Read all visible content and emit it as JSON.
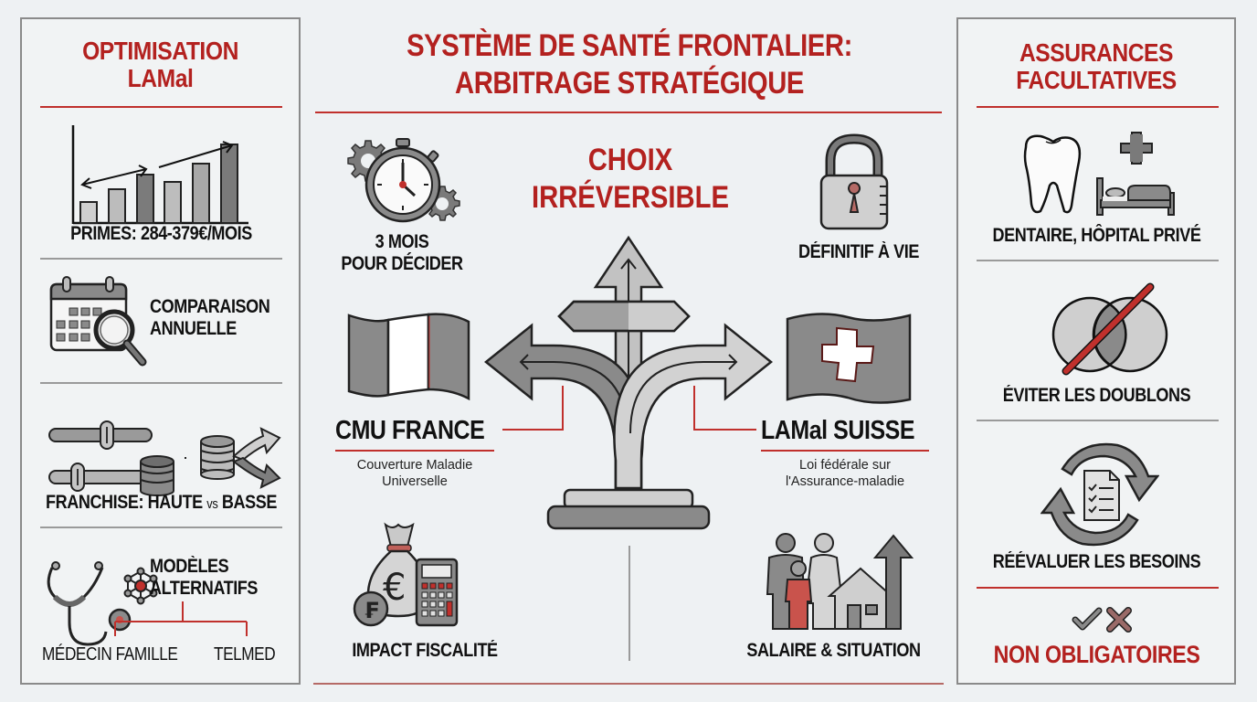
{
  "header": {
    "title_line1": "SYSTÈME DE SANTÉ FRONTALIER:",
    "title_line2": "ARBITRAGE STRATÉGIQUE"
  },
  "left_panel": {
    "title_line1": "OPTIMISATION",
    "title_line2": "LAMal",
    "items": [
      {
        "icon": "bar-chart-icon",
        "label": "PRIMES: 284-379€/MOIS"
      },
      {
        "icon": "calendar-search-icon",
        "label_line1": "COMPARAISON",
        "label_line2": "ANNUELLE"
      },
      {
        "icon": "sliders-coins-icon",
        "label_prefix": "FRANCHISE: HAUTE ",
        "label_vs": "vs",
        "label_suffix": " BASSE"
      },
      {
        "icon": "stethoscope-network-icon",
        "label_line1": "MODÈLES",
        "label_line2": "ALTERNATIFS",
        "branches": [
          "MÉDECIN FAMILLE",
          "TELMED"
        ]
      }
    ]
  },
  "center": {
    "choice_line1": "CHOIX",
    "choice_line2": "IRRÉVERSIBLE",
    "deadline": {
      "icon": "stopwatch-gears-icon",
      "line1": "3 MOIS",
      "line2": "POUR DÉCIDER"
    },
    "permanent": {
      "icon": "padlock-icon",
      "label": "DÉFINITIF À VIE"
    },
    "france": {
      "icon": "france-flag-icon",
      "title": "CMU FRANCE",
      "desc_line1": "Couverture Maladie",
      "desc_line2": "Universelle"
    },
    "suisse": {
      "icon": "swiss-flag-icon",
      "title": "LAMal SUISSE",
      "desc_line1": "Loi fédérale sur",
      "desc_line2": "l'Assurance-maladie"
    },
    "tax": {
      "icon": "money-bag-calculator-icon",
      "label": "IMPACT FISCALITÉ"
    },
    "salary": {
      "icon": "family-house-icon",
      "label": "SALAIRE & SITUATION"
    }
  },
  "right_panel": {
    "title_line1": "ASSURANCES",
    "title_line2": "FACULTATIVES",
    "items": [
      {
        "icon": "tooth-hospital-bed-icon",
        "label": "DENTAIRE, HÔPITAL PRIVÉ"
      },
      {
        "icon": "venn-crossed-icon",
        "label": "ÉVITER LES DOUBLONS"
      },
      {
        "icon": "cycle-checklist-icon",
        "label": "RÉÉVALUER LES BESOINS"
      }
    ],
    "footer": {
      "icon": "check-cross-icon",
      "label": "NON OBLIGATOIRES"
    }
  },
  "colors": {
    "accent": "#b3211f",
    "text": "#141414",
    "icon_dark": "#6e6e6e",
    "icon_light": "#c9c9c9",
    "background": "#eef1f3"
  }
}
